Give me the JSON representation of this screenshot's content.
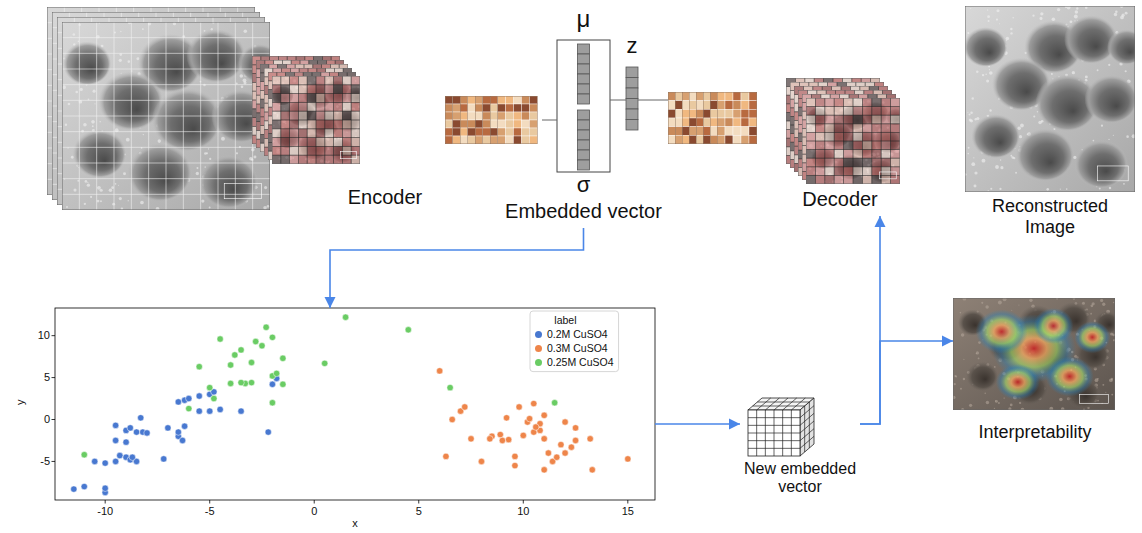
{
  "diagram": {
    "nodes": [
      {
        "text": [
          "Encoder"
        ]
      },
      {
        "text": [
          "μ",
          "σ",
          "Embedded vector"
        ]
      },
      {
        "text": [
          "z"
        ]
      },
      {
        "text": [
          "Decoder"
        ]
      },
      {
        "text": [
          "Reconstructed Image"
        ]
      },
      {
        "text": [
          "y",
          "x"
        ]
      },
      {
        "text": [
          "New embedded vector"
        ]
      },
      {
        "text": [
          "Interpretability"
        ]
      }
    ],
    "edges": [
      {
        "from": 0,
        "to": 1,
        "arrow": "none"
      },
      {
        "from": 1,
        "to": 2,
        "arrow": "none"
      },
      {
        "from": 2,
        "to": 3,
        "arrow": "none"
      },
      {
        "from": 1,
        "to": 5,
        "arrow": "to"
      },
      {
        "from": 5,
        "to": 6,
        "arrow": "to"
      },
      {
        "from": 6,
        "to": 3,
        "arrow": "to"
      },
      {
        "from": 6,
        "to": 7,
        "arrow": "to"
      }
    ],
    "labels": [
      "10",
      "5",
      "0",
      "-5",
      "-10",
      "-5",
      "0",
      "5",
      "10",
      "15",
      "label"
    ],
    "legend": [
      {
        "text": "0.2M CuSO4",
        "color": "#4878d0"
      },
      {
        "text": "0.3M CuSO4",
        "color": "#ee854a"
      },
      {
        "text": "0.25M CuSO4",
        "color": "#6acc64"
      }
    ]
  }
}
